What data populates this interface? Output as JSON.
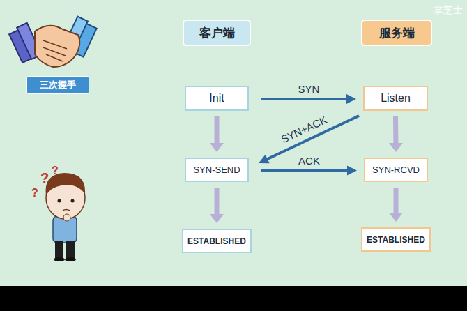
{
  "diagram": {
    "nodes": [
      {
        "text": [
          "客户端"
        ]
      },
      {
        "text": [
          "服务端"
        ]
      },
      {
        "text": [
          "三次握手"
        ]
      },
      {
        "text": [
          "Init"
        ]
      },
      {
        "text": [
          "Listen"
        ]
      },
      {
        "text": [
          "SYN-SEND"
        ]
      },
      {
        "text": [
          "SYN-RCVD"
        ]
      },
      {
        "text": [
          "ESTABLISHED"
        ]
      },
      {
        "text": [
          "ESTABLISHED"
        ]
      }
    ],
    "edges": [
      {
        "from": 3,
        "to": 4,
        "label": "SYN",
        "arrow": "to"
      },
      {
        "from": 4,
        "to": 5,
        "label": "SYN+ACK",
        "arrow": "to"
      },
      {
        "from": 5,
        "to": 6,
        "label": "ACK",
        "arrow": "to"
      },
      {
        "from": 3,
        "to": 5,
        "arrow": "to"
      },
      {
        "from": 5,
        "to": 7,
        "arrow": "to"
      },
      {
        "from": 4,
        "to": 6,
        "arrow": "to"
      },
      {
        "from": 6,
        "to": 8,
        "arrow": "to"
      }
    ],
    "labels": [
      "掌芝士"
    ]
  }
}
